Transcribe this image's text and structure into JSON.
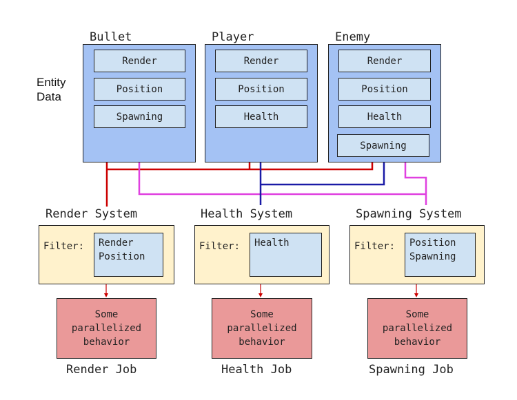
{
  "entity_data_label": [
    "Entity",
    "Data"
  ],
  "entities": [
    {
      "title": "Bullet",
      "components": [
        "Render",
        "Position",
        "Spawning"
      ]
    },
    {
      "title": "Player",
      "components": [
        "Render",
        "Position",
        "Health"
      ]
    },
    {
      "title": "Enemy",
      "components": [
        "Render",
        "Position",
        "Health",
        "Spawning"
      ]
    }
  ],
  "filter_label": "Filter:",
  "systems": [
    {
      "title": "Render System",
      "filter": [
        "Render",
        "Position"
      ]
    },
    {
      "title": "Health System",
      "filter": [
        "Health"
      ]
    },
    {
      "title": "Spawning System",
      "filter": [
        "Position",
        "Spawning"
      ]
    }
  ],
  "job_text": [
    "Some",
    "parallelized",
    "behavior"
  ],
  "jobs": [
    {
      "title": "Render Job"
    },
    {
      "title": "Health Job"
    },
    {
      "title": "Spawning Job"
    }
  ],
  "colors": {
    "entity_fill": "#a4c2f4",
    "component_fill": "#cfe2f3",
    "system_fill": "#fff2cc",
    "job_fill": "#ea9999",
    "render_wire": "#cc0000",
    "health_wire": "#1a1aa6",
    "spawning_wire": "#e040e0"
  }
}
